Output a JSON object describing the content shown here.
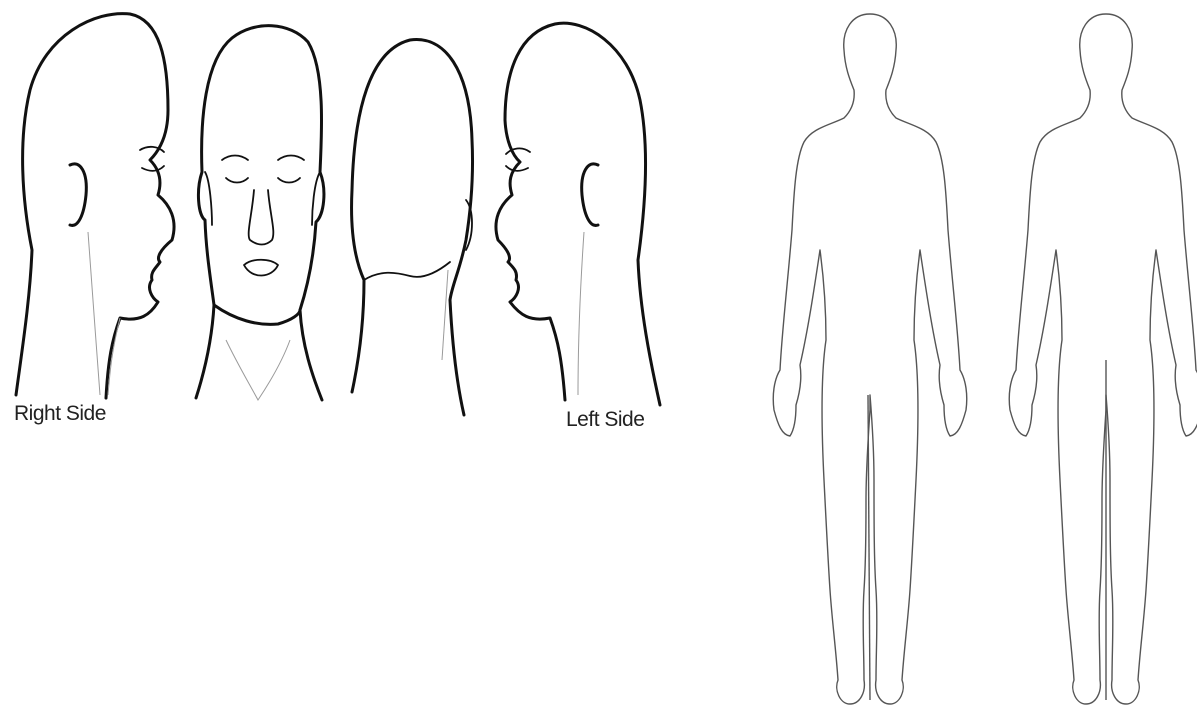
{
  "labels": {
    "right_side": "Right Side",
    "left_side": "Left Side"
  },
  "figures": {
    "heads": [
      "right-profile-head",
      "front-head",
      "back-head",
      "left-profile-head"
    ],
    "bodies": [
      "front-body-outline",
      "back-body-outline"
    ]
  },
  "colors": {
    "background": "#ffffff",
    "line": "#111111"
  }
}
